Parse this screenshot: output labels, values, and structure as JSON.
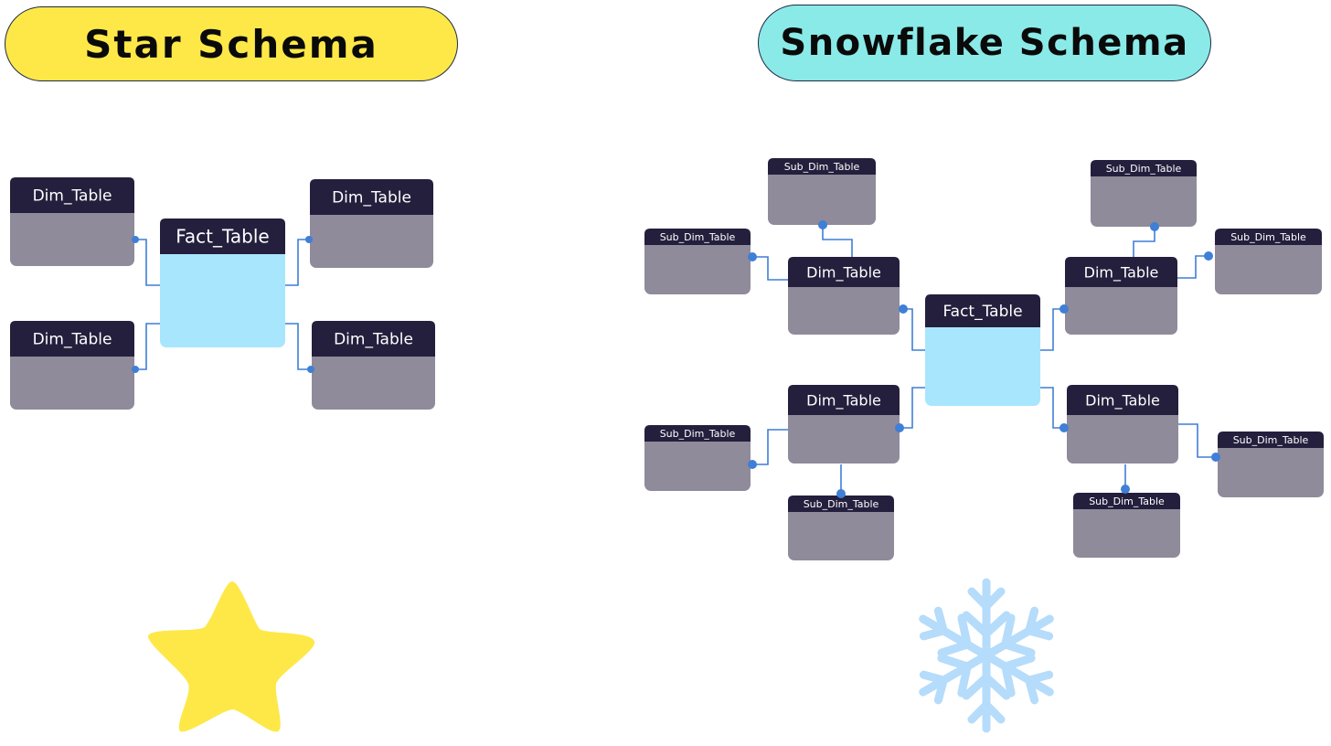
{
  "colors": {
    "star_pill": "#fde848",
    "snow_pill": "#8aeae8",
    "table_header": "#241f3d",
    "table_body": "#8f8b9a",
    "fact_body": "#a8e6fd",
    "connector": "#3f7fd6",
    "star_icon": "#fde848",
    "snowflake_icon": "#b5dcfb"
  },
  "star": {
    "title": "Star Schema",
    "fact": {
      "label": "Fact_Table"
    },
    "dims": [
      {
        "label": "Dim_Table"
      },
      {
        "label": "Dim_Table"
      },
      {
        "label": "Dim_Table"
      },
      {
        "label": "Dim_Table"
      }
    ],
    "icon": "star-icon"
  },
  "snowflake": {
    "title": "Snowflake Schema",
    "fact": {
      "label": "Fact_Table"
    },
    "dims": [
      {
        "label": "Dim_Table"
      },
      {
        "label": "Dim_Table"
      },
      {
        "label": "Dim_Table"
      },
      {
        "label": "Dim_Table"
      }
    ],
    "subdims": [
      {
        "label": "Sub_Dim_Table"
      },
      {
        "label": "Sub_Dim_Table"
      },
      {
        "label": "Sub_Dim_Table"
      },
      {
        "label": "Sub_Dim_Table"
      },
      {
        "label": "Sub_Dim_Table"
      },
      {
        "label": "Sub_Dim_Table"
      },
      {
        "label": "Sub_Dim_Table"
      },
      {
        "label": "Sub_Dim_Table"
      }
    ],
    "icon": "snowflake-icon"
  }
}
